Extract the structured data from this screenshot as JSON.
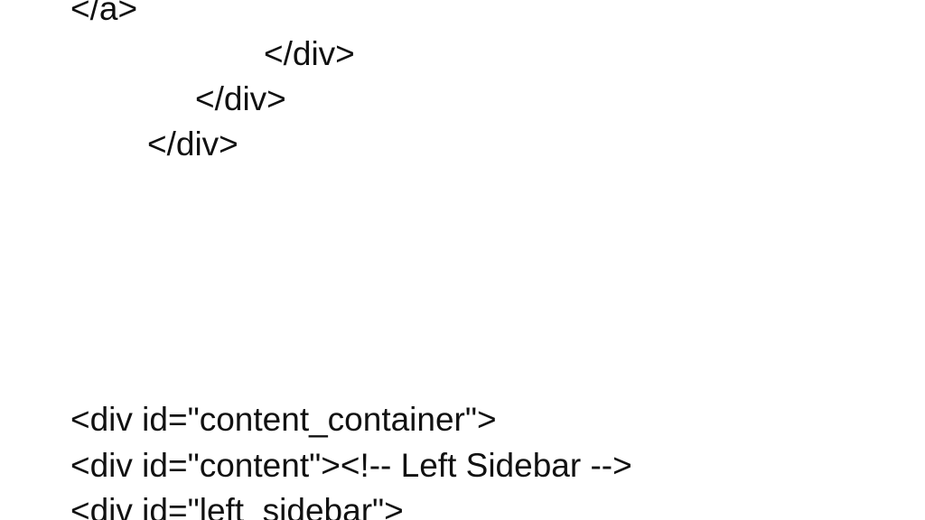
{
  "slide": {
    "background": "#ffffff",
    "text_color": "#111111",
    "upper_block": [
      "</a>",
      "</div>",
      "</div>",
      "</div>"
    ],
    "lower_block": [
      "<div id=\"content_container\">",
      "<div id=\"content\"><!-- Left Sidebar -->",
      "<div id=\"left_sidebar\">"
    ]
  }
}
